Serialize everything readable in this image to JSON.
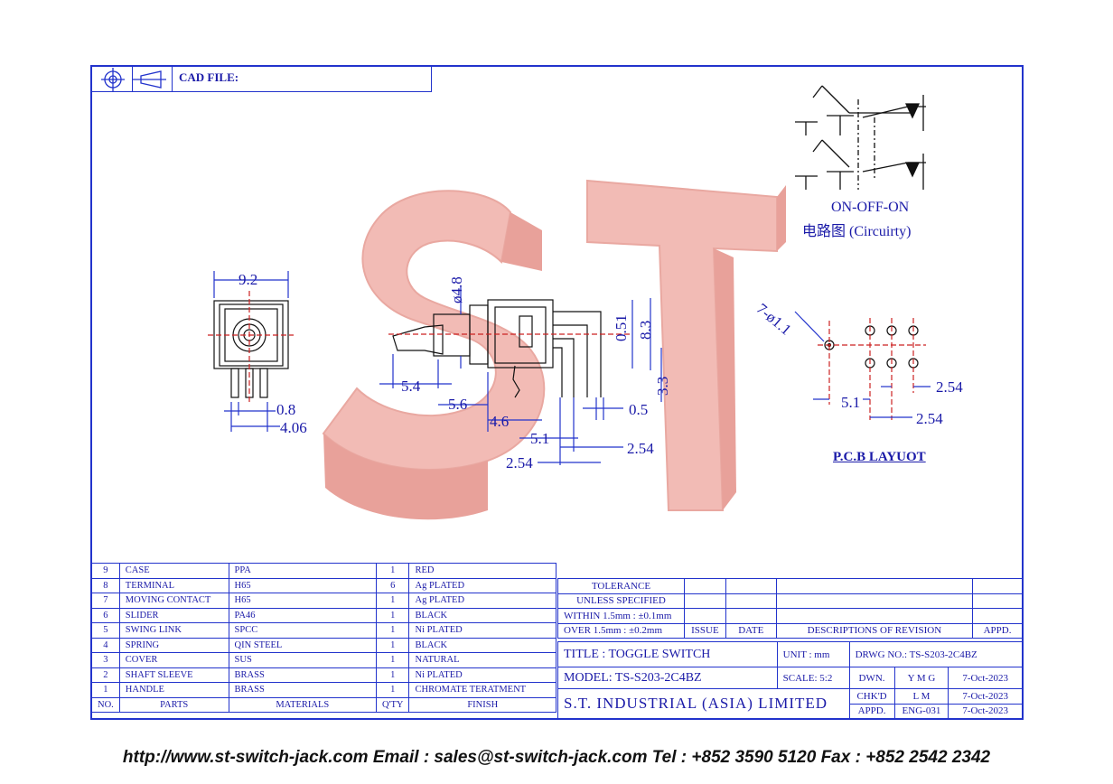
{
  "header": {
    "cad_label": "CAD FILE:"
  },
  "circuit": {
    "mode": "ON-OFF-ON",
    "label": "电路图 (Circuirty)"
  },
  "pcb": {
    "title": "P.C.B LAYUOT",
    "hole_spec": "7-ø1.1",
    "dim_254a": "2.54",
    "dim_51": "5.1",
    "dim_254b": "2.54"
  },
  "front_view": {
    "width": "9.2",
    "pin_w": "0.8",
    "pin_span": "4.06"
  },
  "side_view": {
    "dia": "ø4.8",
    "d_051": "0.51",
    "d_83": "8.3",
    "d_33": "3.3",
    "d_54": "5.4",
    "d_56": "5.6",
    "d_46": "4.6",
    "d_05": "0.5",
    "d_51": "5.1",
    "d_254a": "2.54",
    "d_254b": "2.54"
  },
  "parts": {
    "headers": [
      "NO.",
      "PARTS",
      "MATERIALS",
      "Q'TY",
      "FINISH"
    ],
    "rows": [
      [
        "9",
        "CASE",
        "PPA",
        "1",
        "RED"
      ],
      [
        "8",
        "TERMINAL",
        "H65",
        "6",
        "Ag PLATED"
      ],
      [
        "7",
        "MOVING CONTACT",
        "H65",
        "1",
        "Ag PLATED"
      ],
      [
        "6",
        "SLIDER",
        "PA46",
        "1",
        "BLACK"
      ],
      [
        "5",
        "SWING LINK",
        "SPCC",
        "1",
        "Ni PLATED"
      ],
      [
        "4",
        "SPRING",
        "QIN STEEL",
        "1",
        "BLACK"
      ],
      [
        "3",
        "COVER",
        "SUS",
        "1",
        "NATURAL"
      ],
      [
        "2",
        "SHAFT SLEEVE",
        "BRASS",
        "1",
        "Ni PLATED"
      ],
      [
        "1",
        "HANDLE",
        "BRASS",
        "1",
        "CHROMATE TERATMENT"
      ]
    ]
  },
  "titleblock": {
    "tol1": "TOLERANCE",
    "tol2": "UNLESS   SPECIFIED",
    "tol3": "WITHIN  1.5mm : ±0.1mm",
    "tol4": "OVER    1.5mm : ±0.2mm",
    "issue": "ISSUE",
    "date": "DATE",
    "desc": "DESCRIPTIONS  OF  REVISION",
    "appd": "APPD.",
    "title": "TITLE : TOGGLE SWITCH",
    "unit": "UNIT :   mm",
    "drwg": "DRWG NO.: TS-S203-2C4BZ",
    "model": "MODEL: TS-S203-2C4BZ",
    "scale": "SCALE:   5:2",
    "dwn_l": "DWN.",
    "dwn_v": "Y M G",
    "dwn_d": "7-Oct-2023",
    "chk_l": "CHK'D",
    "chk_v": "L M",
    "chk_d": "7-Oct-2023",
    "app_l": "APPD.",
    "app_v": "ENG-031",
    "app_d": "7-Oct-2023",
    "company": "S.T.  INDUSTRIAL  (ASIA)  LIMITED"
  },
  "footer": "http://www.st-switch-jack.com  Email : sales@st-switch-jack.com  Tel : +852 3590 5120  Fax : +852 2542 2342",
  "colors": {
    "line": "#2233cc",
    "watermark": "#f2b8b2",
    "text": "#1a1aa8"
  }
}
